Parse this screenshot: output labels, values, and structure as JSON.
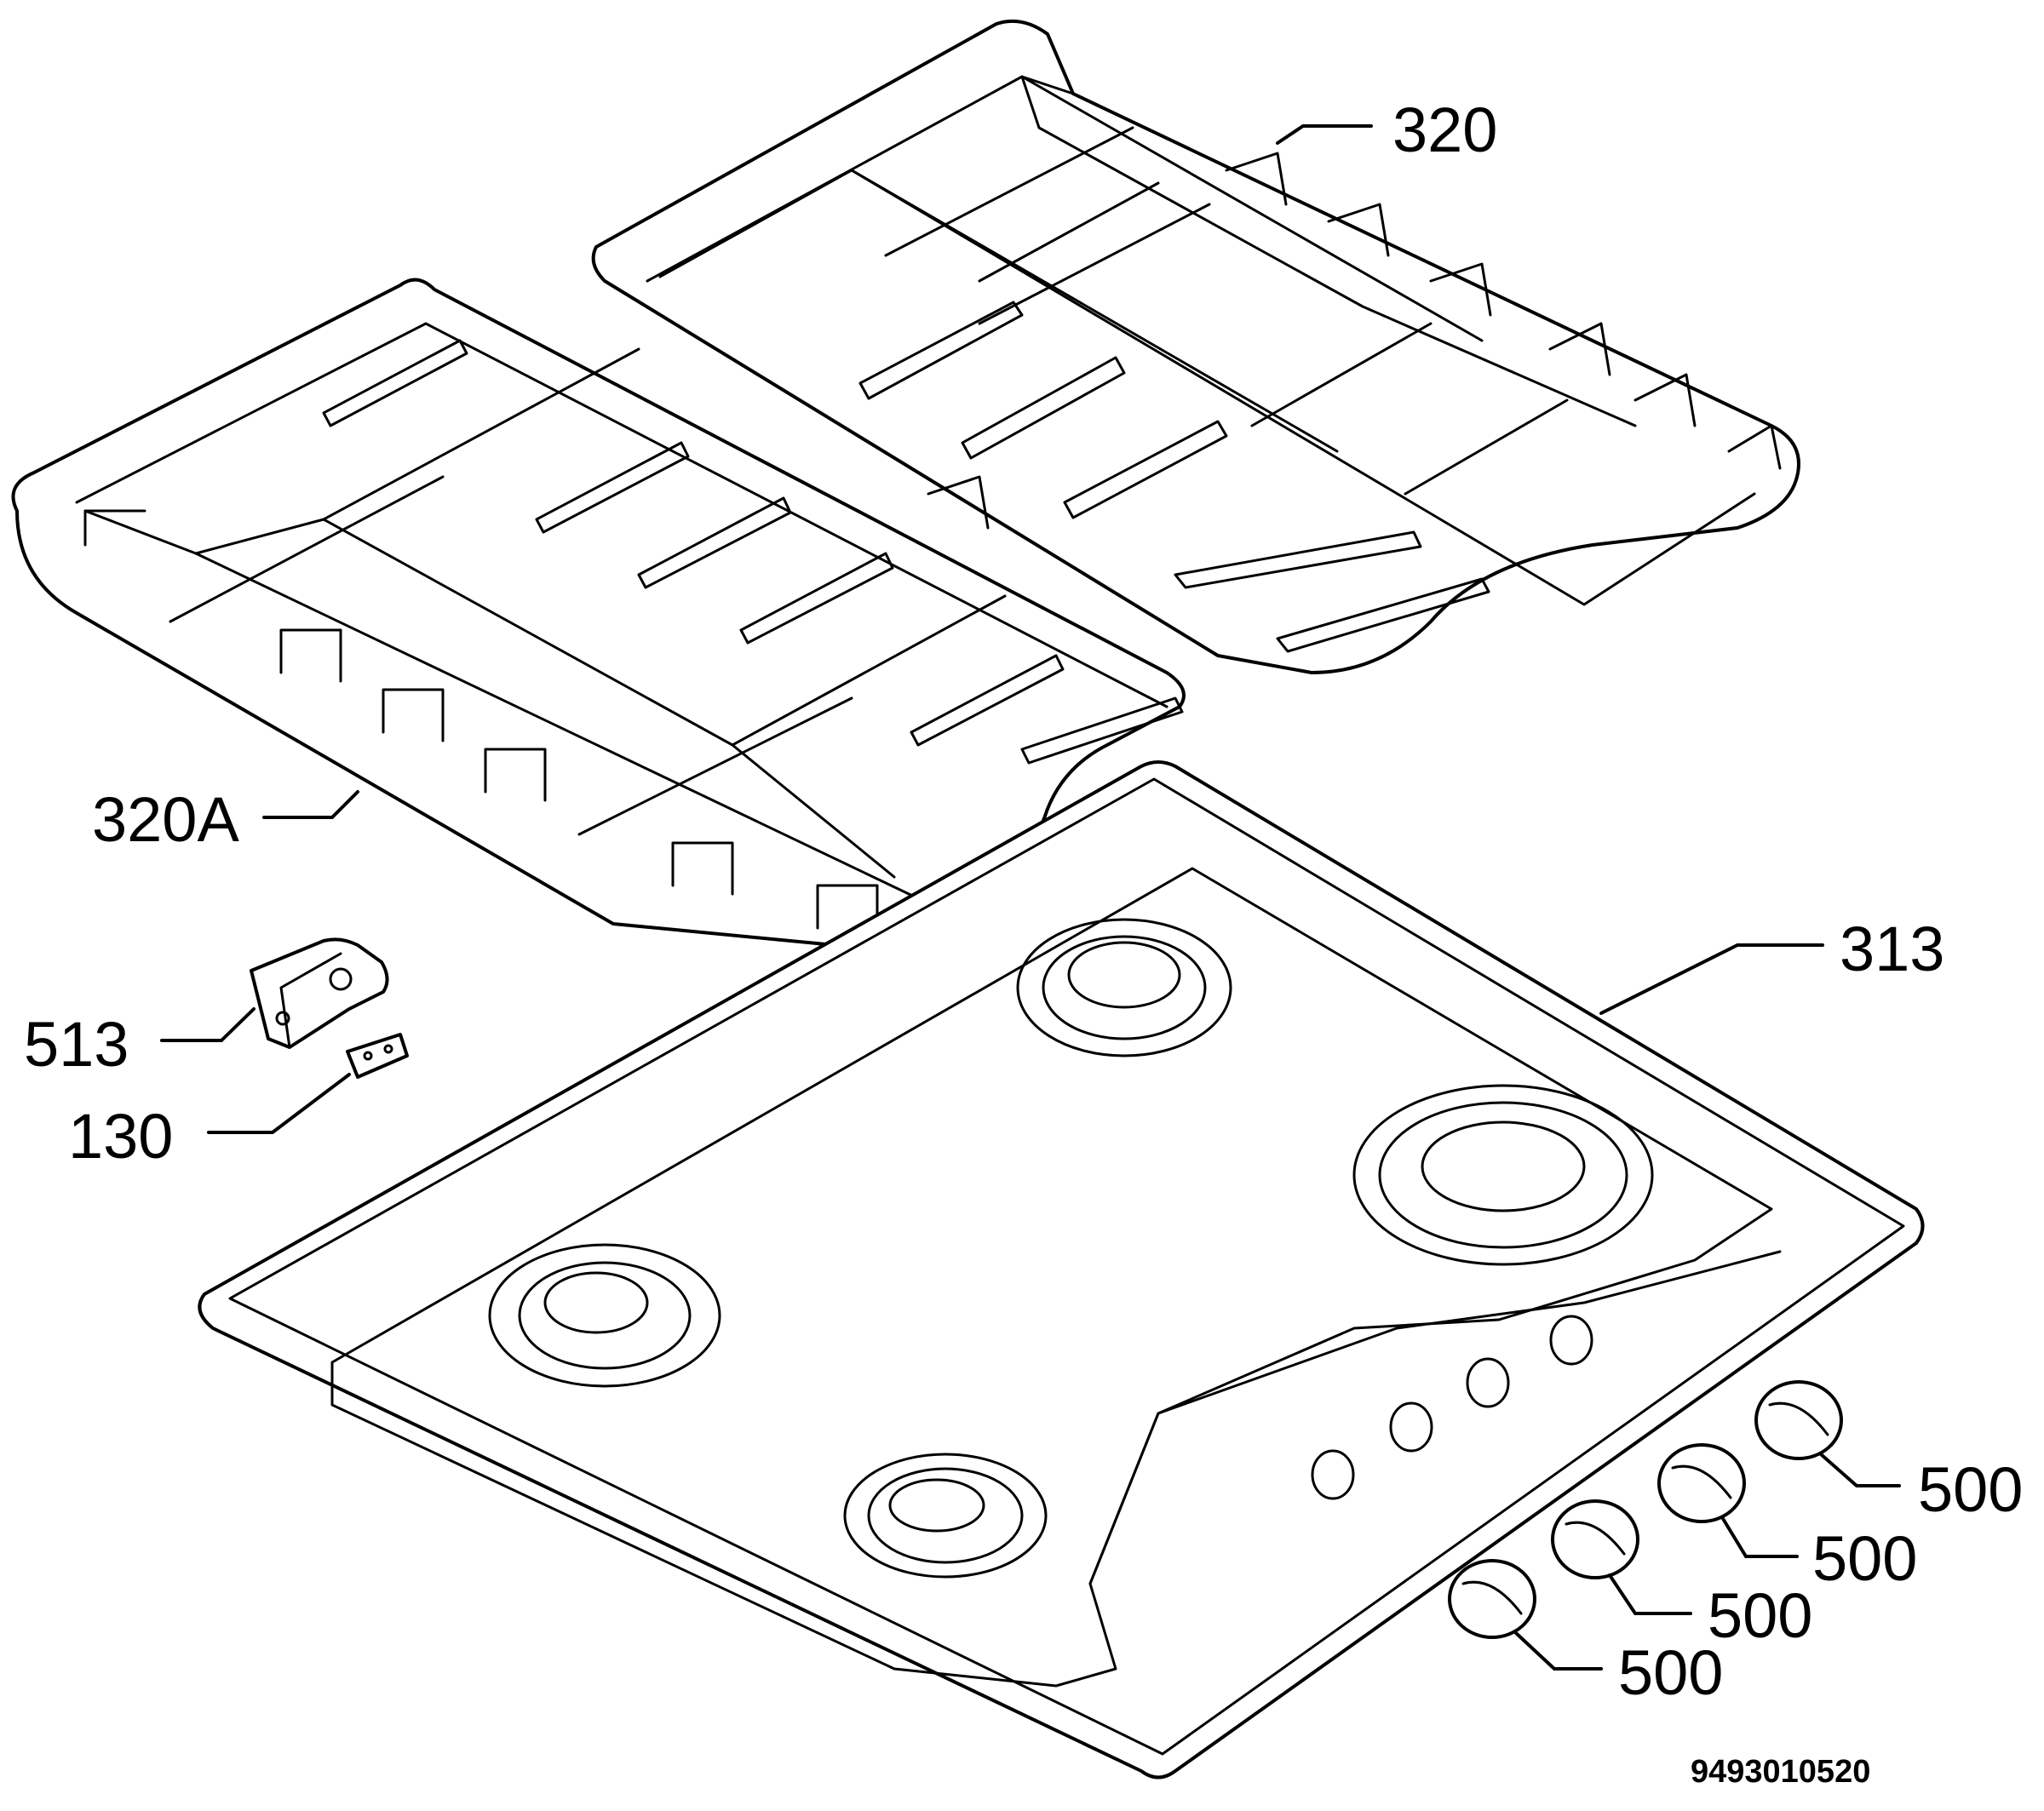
{
  "diagram": {
    "labels": {
      "grid_right": "320",
      "grid_left": "320A",
      "hob": "313",
      "bracket": "513",
      "clip": "130",
      "knobs": [
        "500",
        "500",
        "500",
        "500"
      ]
    },
    "drawing_number": "9493010520",
    "line_color": "#000000",
    "background_color": "#ffffff"
  }
}
